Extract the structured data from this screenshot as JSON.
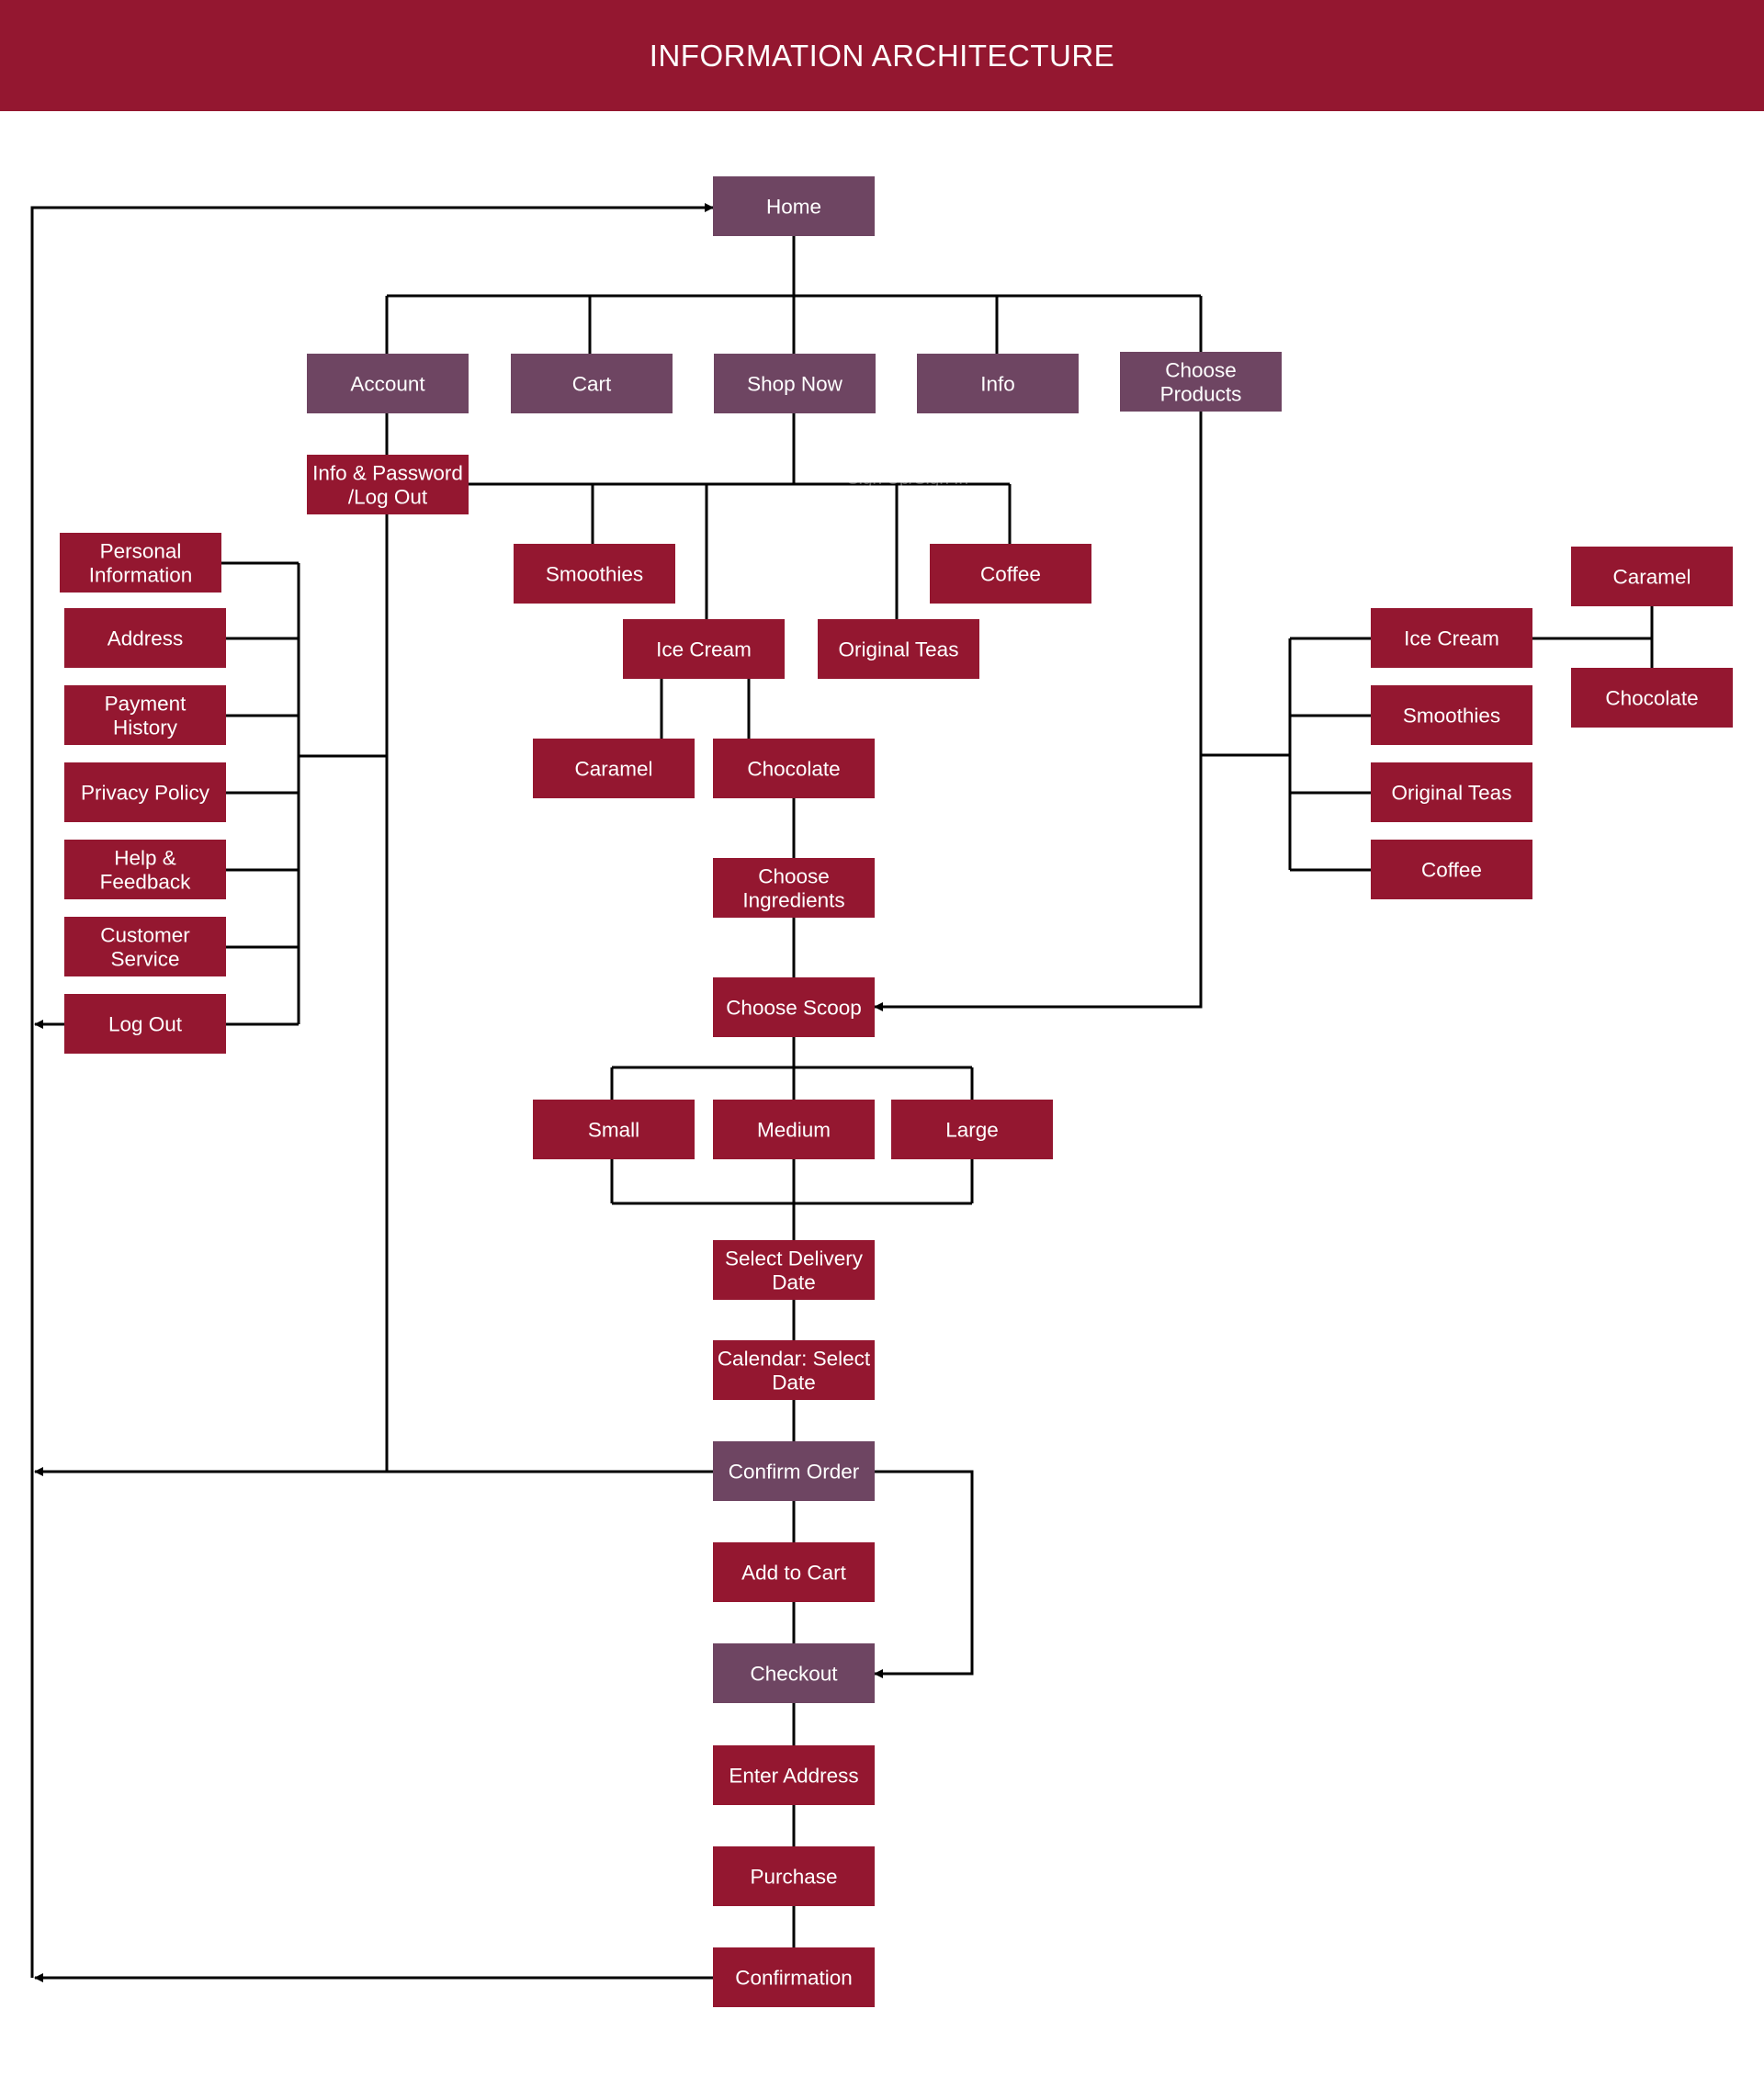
{
  "header": {
    "title": "INFORMATION ARCHITECTURE"
  },
  "colors": {
    "header": "#941730",
    "primary_node": "#6E4562",
    "secondary_node": "#941730",
    "line": "#000000",
    "text": "#ffffff"
  },
  "diagram": {
    "faint_label": "Sign Up/Sign In",
    "nodes": [
      {
        "id": "home",
        "lines": [
          "Home"
        ],
        "style": "primary"
      },
      {
        "id": "account",
        "lines": [
          "Account"
        ],
        "style": "primary"
      },
      {
        "id": "cart",
        "lines": [
          "Cart"
        ],
        "style": "primary"
      },
      {
        "id": "shop-now",
        "lines": [
          "Shop Now"
        ],
        "style": "primary"
      },
      {
        "id": "info",
        "lines": [
          "Info"
        ],
        "style": "primary"
      },
      {
        "id": "choose-products",
        "lines": [
          "Choose",
          "Products"
        ],
        "style": "primary"
      },
      {
        "id": "info-password",
        "lines": [
          "Info & Password",
          "/Log Out"
        ],
        "style": "secondary"
      },
      {
        "id": "personal-information",
        "lines": [
          "Personal",
          "Information"
        ],
        "style": "secondary"
      },
      {
        "id": "address",
        "lines": [
          "Address"
        ],
        "style": "secondary"
      },
      {
        "id": "payment-history",
        "lines": [
          "Payment",
          "History"
        ],
        "style": "secondary"
      },
      {
        "id": "privacy-policy",
        "lines": [
          "Privacy Policy"
        ],
        "style": "secondary"
      },
      {
        "id": "help-feedback",
        "lines": [
          "Help &",
          "Feedback"
        ],
        "style": "secondary"
      },
      {
        "id": "customer-service",
        "lines": [
          "Customer",
          "Service"
        ],
        "style": "secondary"
      },
      {
        "id": "log-out",
        "lines": [
          "Log Out"
        ],
        "style": "secondary"
      },
      {
        "id": "smoothies",
        "lines": [
          "Smoothies"
        ],
        "style": "secondary"
      },
      {
        "id": "coffee",
        "lines": [
          "Coffee"
        ],
        "style": "secondary"
      },
      {
        "id": "ice-cream",
        "lines": [
          "Ice Cream"
        ],
        "style": "secondary"
      },
      {
        "id": "original-teas",
        "lines": [
          "Original Teas"
        ],
        "style": "secondary"
      },
      {
        "id": "caramel",
        "lines": [
          "Caramel"
        ],
        "style": "secondary"
      },
      {
        "id": "chocolate",
        "lines": [
          "Chocolate"
        ],
        "style": "secondary"
      },
      {
        "id": "choose-ingredients",
        "lines": [
          "Choose",
          "Ingredients"
        ],
        "style": "secondary"
      },
      {
        "id": "choose-scoop",
        "lines": [
          "Choose Scoop"
        ],
        "style": "secondary"
      },
      {
        "id": "small",
        "lines": [
          "Small"
        ],
        "style": "secondary"
      },
      {
        "id": "medium",
        "lines": [
          "Medium"
        ],
        "style": "secondary"
      },
      {
        "id": "large",
        "lines": [
          "Large"
        ],
        "style": "secondary"
      },
      {
        "id": "select-delivery-date",
        "lines": [
          "Select Delivery",
          "Date"
        ],
        "style": "secondary"
      },
      {
        "id": "calendar-select-date",
        "lines": [
          "Calendar: Select",
          "Date"
        ],
        "style": "secondary"
      },
      {
        "id": "confirm-order",
        "lines": [
          "Confirm Order"
        ],
        "style": "primary"
      },
      {
        "id": "add-to-cart",
        "lines": [
          "Add to Cart"
        ],
        "style": "secondary"
      },
      {
        "id": "checkout",
        "lines": [
          "Checkout"
        ],
        "style": "primary"
      },
      {
        "id": "enter-address",
        "lines": [
          "Enter Address"
        ],
        "style": "secondary"
      },
      {
        "id": "purchase",
        "lines": [
          "Purchase"
        ],
        "style": "secondary"
      },
      {
        "id": "confirmation",
        "lines": [
          "Confirmation"
        ],
        "style": "secondary"
      },
      {
        "id": "right-caramel",
        "lines": [
          "Caramel"
        ],
        "style": "secondary"
      },
      {
        "id": "right-ice-cream",
        "lines": [
          "Ice Cream"
        ],
        "style": "secondary"
      },
      {
        "id": "right-chocolate",
        "lines": [
          "Chocolate"
        ],
        "style": "secondary"
      },
      {
        "id": "right-smoothies",
        "lines": [
          "Smoothies"
        ],
        "style": "secondary"
      },
      {
        "id": "right-original-teas",
        "lines": [
          "Original Teas"
        ],
        "style": "secondary"
      },
      {
        "id": "right-coffee",
        "lines": [
          "Coffee"
        ],
        "style": "secondary"
      }
    ]
  }
}
